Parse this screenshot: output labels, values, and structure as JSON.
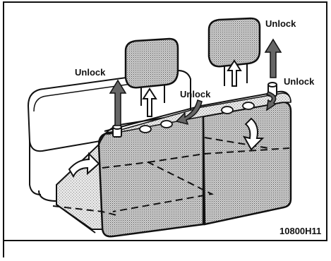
{
  "labels": {
    "unlock_left": "Unlock",
    "unlock_center": "Unlock",
    "unlock_top_right": "Unlock",
    "unlock_right": "Unlock"
  },
  "figure_code": "10800H11",
  "colors": {
    "stipple_dark": "#7a7a7a",
    "stipple_light": "#d9d9d9",
    "outline": "#111111",
    "background": "#ffffff"
  }
}
